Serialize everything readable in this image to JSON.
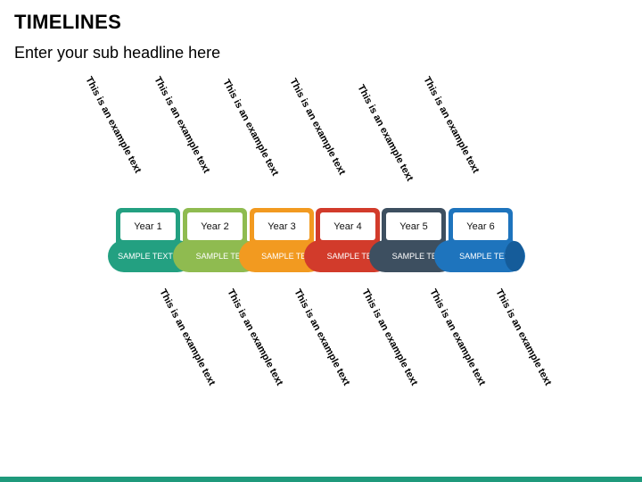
{
  "title": "TIMELINES",
  "subtitle": "Enter your sub headline here",
  "top_texts": [
    "This is an example text",
    "This is an example text",
    "This is an example text",
    "This is an example text",
    "This is an example text",
    "This is an example text"
  ],
  "bottom_texts": [
    "This is an example text",
    "This is an example text",
    "This is an example text",
    "This is an example text",
    "This is an example text",
    "This is an example text"
  ],
  "years": [
    {
      "label": "Year 1",
      "sample": "SAMPLE TEXT",
      "color": "#23a081"
    },
    {
      "label": "Year 2",
      "sample": "SAMPLE TEXT",
      "color": "#8fbb50"
    },
    {
      "label": "Year 3",
      "sample": "SAMPLE TEXT",
      "color": "#f29a20"
    },
    {
      "label": "Year 4",
      "sample": "SAMPLE TEXT",
      "color": "#d23b2b"
    },
    {
      "label": "Year 5",
      "sample": "SAMPLE TEXT",
      "color": "#3d4f60"
    },
    {
      "label": "Year 6",
      "sample": "SAMPLE TEXT",
      "color": "#1e74bd"
    }
  ],
  "end_cap_color": "#155c9a",
  "footer_color": "#1f9a7c"
}
